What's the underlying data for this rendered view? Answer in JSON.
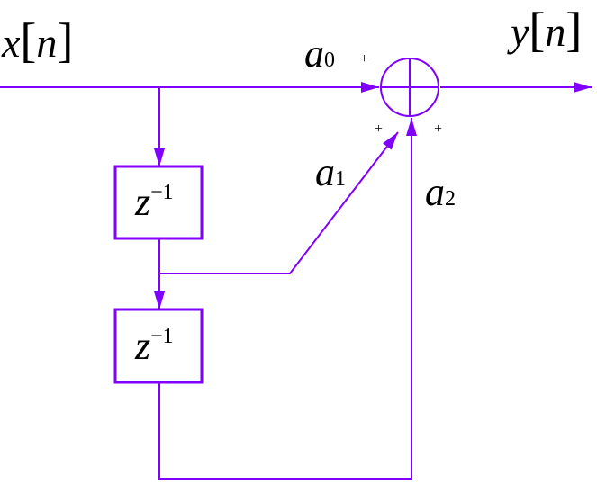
{
  "input_signal": {
    "name": "x",
    "index": "n"
  },
  "output_signal": {
    "name": "y",
    "index": "n"
  },
  "coefficients": [
    {
      "symbol": "a",
      "subscript": "0"
    },
    {
      "symbol": "a",
      "subscript": "1"
    },
    {
      "symbol": "a",
      "subscript": "2"
    }
  ],
  "delays": [
    {
      "base": "z",
      "exponent": "−1"
    },
    {
      "base": "z",
      "exponent": "−1"
    }
  ],
  "adder": {
    "signs": [
      "+",
      "+",
      "+"
    ]
  },
  "colors": {
    "line": "#8000ff",
    "text": "#000000"
  }
}
